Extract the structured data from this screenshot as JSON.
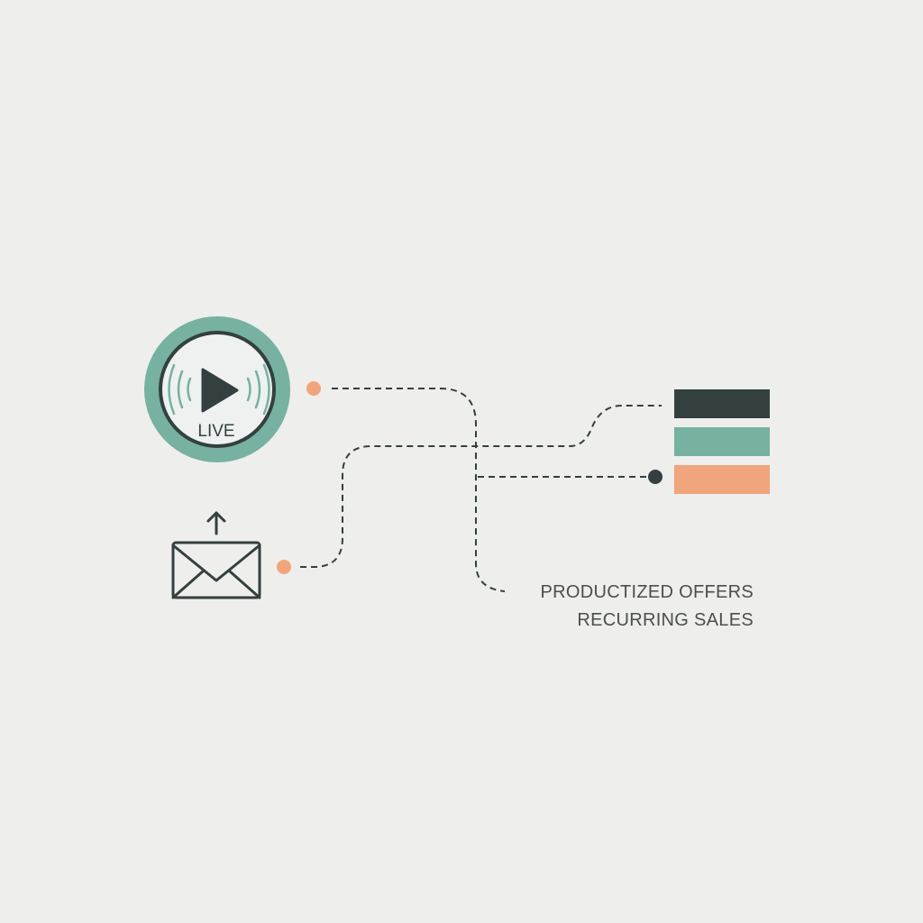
{
  "live_badge": {
    "label": "LIVE",
    "icon": "play-icon"
  },
  "email_source": {
    "icon": "envelope-icon",
    "upload_icon": "arrow-up-icon"
  },
  "captions": {
    "line1": "PRODUCTIZED OFFERS",
    "line2": "RECURRING SALES"
  },
  "stack": {
    "bars": [
      "dark",
      "teal",
      "orange"
    ]
  },
  "colors": {
    "background": "#eeeeec",
    "dark": "#33403f",
    "teal": "#76b1a1",
    "orange": "#f0a57c",
    "text": "#4a4f4e",
    "ring_inner": "#eef1ef"
  }
}
